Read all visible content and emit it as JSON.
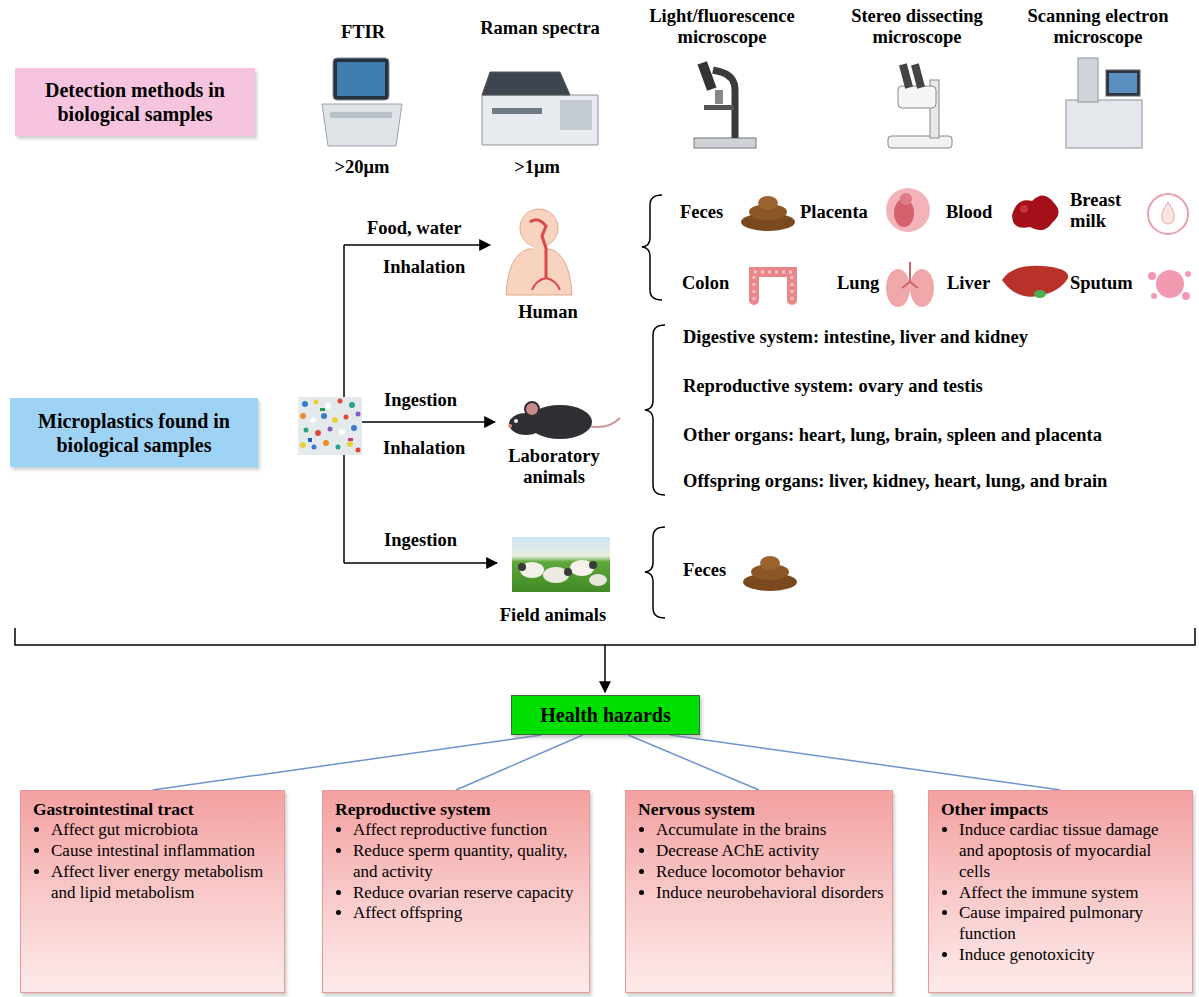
{
  "diagram": {
    "nodes": [
      {
        "text": [
          "Detection methods in biological samples"
        ]
      },
      {
        "text": [
          "Microplastics found in biological samples"
        ]
      },
      {
        "text": [
          "Health hazards"
        ]
      },
      {
        "text": [
          "Gastrointestinal tract",
          "Affect gut microbiota",
          "Cause intestinal inflammation",
          "Affect liver energy metabolism and lipid metabolism"
        ]
      },
      {
        "text": [
          "Reproductive system",
          "Affect reproductive function",
          "Reduce sperm quantity, quality, and activity",
          "Reduce ovarian reserve capacity",
          "Affect offspring"
        ]
      },
      {
        "text": [
          "Nervous system",
          "Accumulate in the brains",
          "Decrease AChE activity",
          "Reduce locomotor behavior",
          "Induce neurobehavioral disorders"
        ]
      },
      {
        "text": [
          "Other impacts",
          "Induce cardiac tissue damage and apoptosis of myocardial cells",
          "Affect the immune system",
          "Cause impaired pulmonary function",
          "Induce genotoxicity"
        ]
      }
    ],
    "edges": [
      {
        "from": 2,
        "to": 3,
        "arrow": "none"
      },
      {
        "from": 2,
        "to": 4,
        "arrow": "none"
      },
      {
        "from": 2,
        "to": 5,
        "arrow": "none"
      },
      {
        "from": 2,
        "to": 6,
        "arrow": "none"
      }
    ],
    "labels": [
      "FTIR",
      "Raman spectra",
      "Light/fluorescence microscope",
      "Stereo dissecting microscope",
      "Scanning electron microscope",
      ">20μm",
      ">1μm",
      "Food, water",
      "Inhalation",
      "Human",
      "Feces",
      "Placenta",
      "Blood",
      "Breast milk",
      "Colon",
      "Lung",
      "Liver",
      "Sputum",
      "Ingestion",
      "Inhalation",
      "Laboratory animals",
      "Digestive system: intestine, liver and kidney",
      "Reproductive system: ovary and testis",
      "Other organs: heart, lung, brain, spleen and placenta",
      "Offspring organs: liver, kidney, heart, lung, and brain",
      "Ingestion",
      "Field animals",
      "Feces"
    ]
  }
}
